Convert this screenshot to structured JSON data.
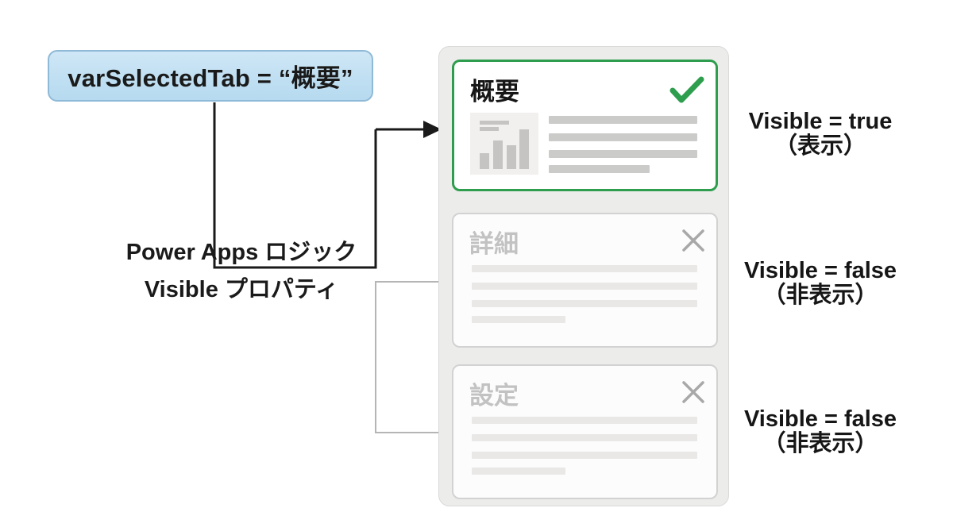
{
  "variable_box": {
    "label": "varSelectedTab = “概要”"
  },
  "logic_label": {
    "line1": "Power Apps ロジック",
    "line2": "Visible プロパティ"
  },
  "panel": {
    "cards": [
      {
        "title": "概要",
        "status": "visible",
        "icon": "check-icon"
      },
      {
        "title": "詳細",
        "status": "hidden",
        "icon": "close-icon"
      },
      {
        "title": "設定",
        "status": "hidden",
        "icon": "close-icon"
      }
    ]
  },
  "annotations": [
    {
      "line1": "Visible = true",
      "line2": "（表示）"
    },
    {
      "line1": "Visible = false",
      "line2": "（非表示）"
    },
    {
      "line1": "Visible = false",
      "line2": "（非表示）"
    }
  ],
  "colors": {
    "variable_box_fill": "#c0dff2",
    "variable_box_border": "#8fbad7",
    "active_green": "#2e9e4e",
    "inactive_gray": "#c2c2c2",
    "connector_black": "#1a1a1a",
    "connector_gray": "#b5b5b5",
    "panel_background": "#ececeb"
  }
}
